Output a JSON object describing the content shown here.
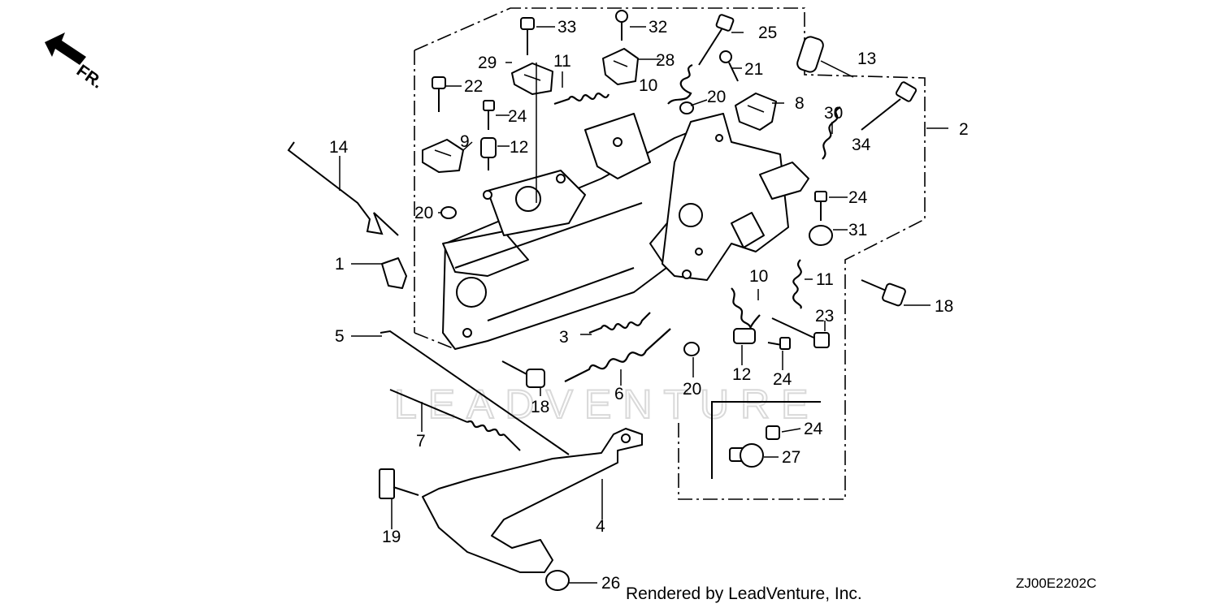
{
  "diagram": {
    "direction_label": "FR.",
    "watermark": "LEADVENTURE",
    "diagram_code": "ZJ00E2202C",
    "credit": "Rendered by LeadVenture, Inc.",
    "callouts": [
      "1",
      "2",
      "3",
      "4",
      "5",
      "6",
      "7",
      "8",
      "9",
      "10",
      "10",
      "11",
      "11",
      "12",
      "12",
      "13",
      "14",
      "18",
      "18",
      "19",
      "20",
      "20",
      "20",
      "21",
      "22",
      "23",
      "24",
      "24",
      "24",
      "24",
      "25",
      "26",
      "27",
      "28",
      "29",
      "30",
      "31",
      "32",
      "33",
      "34"
    ]
  }
}
